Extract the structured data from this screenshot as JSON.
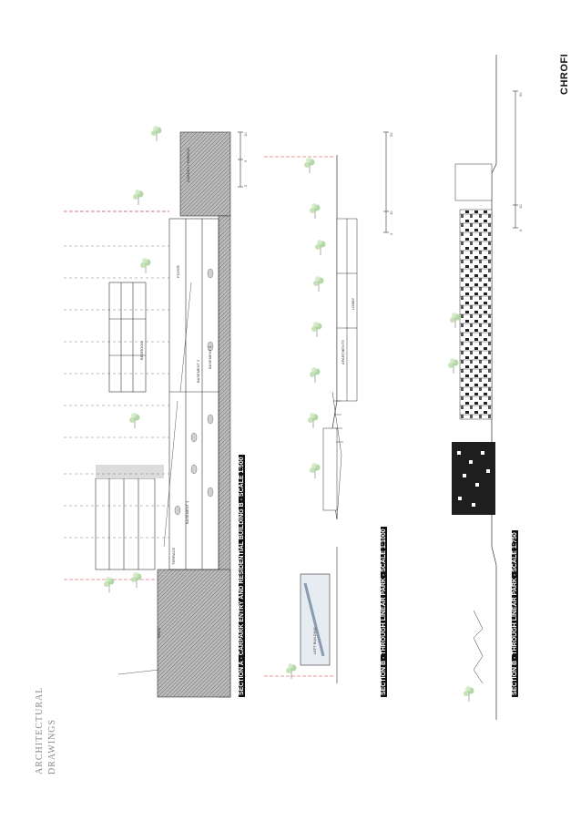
{
  "brand": "CHROFI",
  "sheet_title": [
    "ARCHITECTURAL",
    "DRAWINGS"
  ],
  "sections": [
    {
      "caption": "SECTION A - CARPARK ENTRY AND RESIDENTIAL BUILDING B - SCALE 1:500",
      "labels": {
        "basement1": "BASEMENT 1",
        "basement2": "BASEMENT 2",
        "basement3": "BASEMENT 3",
        "bedroom": "BEDROOM",
        "foyer": "FOYER",
        "terrace": "TERRACE",
        "rock": "ROCK",
        "garden": "GARDEN / PARKING"
      },
      "scale_ticks": [
        "0",
        "5",
        "10"
      ]
    },
    {
      "caption": "SECTION B - THROUGH LINEAR PARK - SCALE 1:1000",
      "labels": {
        "left_building": "LEFT BUILDING",
        "apartments": "APARTMENTS",
        "lobby": "LOBBY"
      },
      "scale_ticks": [
        "0",
        "10",
        "50"
      ]
    },
    {
      "caption": "SECTION B - THROUGH LINEAR PARK - SCALE 1:750",
      "scale_ticks": [
        "0",
        "10",
        "50"
      ]
    }
  ]
}
